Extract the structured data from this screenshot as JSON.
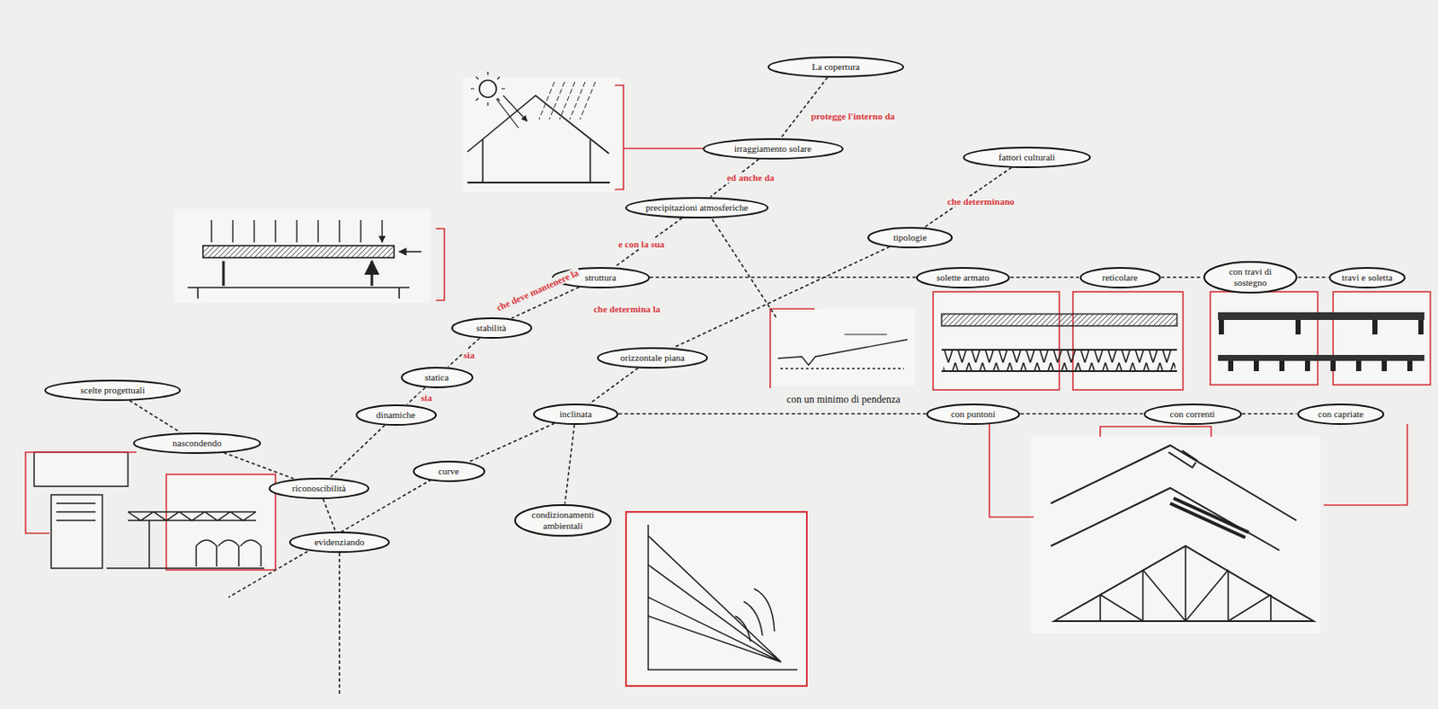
{
  "diagram": {
    "nodes": [
      {
        "text": [
          "La copertura"
        ]
      },
      {
        "text": [
          "irraggiamento solare"
        ]
      },
      {
        "text": [
          "fattori culturali"
        ]
      },
      {
        "text": [
          "precipitazioni atmosferiche"
        ]
      },
      {
        "text": [
          "tipologie"
        ]
      },
      {
        "text": [
          "struttura"
        ]
      },
      {
        "text": [
          "solette armato"
        ]
      },
      {
        "text": [
          "reticolare"
        ]
      },
      {
        "text": [
          "con travi di sostegno"
        ]
      },
      {
        "text": [
          "travi e soletta"
        ]
      },
      {
        "text": [
          "stabilità"
        ]
      },
      {
        "text": [
          "orizzontale piana"
        ]
      },
      {
        "text": [
          "statica"
        ]
      },
      {
        "text": [
          "scelte progettuali"
        ]
      },
      {
        "text": [
          "dinamiche"
        ]
      },
      {
        "text": [
          "inclinata"
        ]
      },
      {
        "text": [
          "con puntoni"
        ]
      },
      {
        "text": [
          "con correnti"
        ]
      },
      {
        "text": [
          "con capriate"
        ]
      },
      {
        "text": [
          "nascondendo"
        ]
      },
      {
        "text": [
          "curve"
        ]
      },
      {
        "text": [
          "riconoscibilità"
        ]
      },
      {
        "text": [
          "condizionamenti ambientali"
        ]
      },
      {
        "text": [
          "evidenziando"
        ]
      }
    ],
    "edges": [
      {
        "from": 0,
        "to": 1,
        "arrow": "none",
        "label": "protegge l'interno da"
      },
      {
        "from": 1,
        "to": 3,
        "arrow": "none",
        "label": "ed anche da"
      },
      {
        "from": 3,
        "to": 5,
        "arrow": "none",
        "label": "e con la sua"
      },
      {
        "from": 5,
        "to": 10,
        "arrow": "none",
        "label": "che deve mantenere la"
      },
      {
        "from": 10,
        "to": 12,
        "arrow": "none",
        "label": "sia"
      },
      {
        "from": 12,
        "to": 14,
        "arrow": "none",
        "label": "sia"
      },
      {
        "from": 14,
        "to": 21,
        "arrow": "none"
      },
      {
        "from": 2,
        "to": 4,
        "arrow": "none",
        "label": "che determinano"
      },
      {
        "from": 4,
        "to": 11,
        "arrow": "none",
        "label": "che determina la"
      },
      {
        "from": 11,
        "to": 15,
        "arrow": "none"
      },
      {
        "from": 15,
        "to": 20,
        "arrow": "none"
      },
      {
        "from": 5,
        "to": 6,
        "arrow": "none"
      },
      {
        "from": 6,
        "to": 7,
        "arrow": "none"
      },
      {
        "from": 7,
        "to": 8,
        "arrow": "none"
      },
      {
        "from": 8,
        "to": 9,
        "arrow": "none"
      },
      {
        "from": 15,
        "to": 16,
        "arrow": "none"
      },
      {
        "from": 16,
        "to": 17,
        "arrow": "none"
      },
      {
        "from": 17,
        "to": 18,
        "arrow": "none"
      },
      {
        "from": 15,
        "to": 22,
        "arrow": "none"
      },
      {
        "from": 13,
        "to": 19,
        "arrow": "none"
      },
      {
        "from": 19,
        "to": 21,
        "arrow": "none"
      },
      {
        "from": 21,
        "to": 23,
        "arrow": "none"
      }
    ],
    "labels": [
      "con un minimo di pendenza"
    ]
  }
}
